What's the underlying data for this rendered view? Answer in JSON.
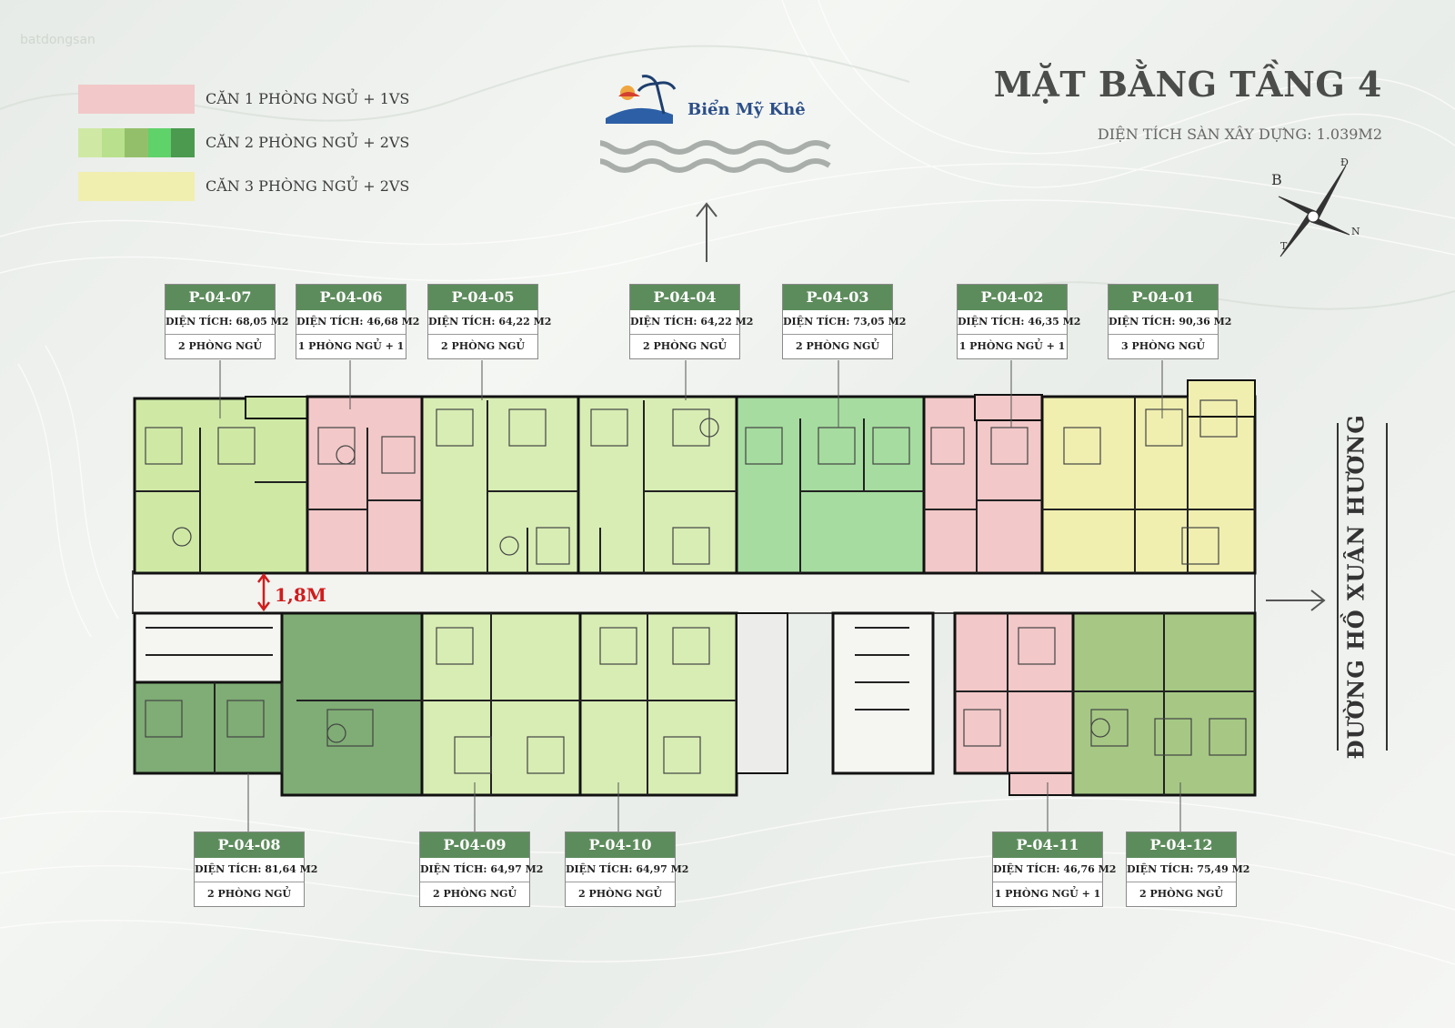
{
  "watermark": "batdongsan",
  "title": "MẶT BẰNG TẦNG 4",
  "subtitle": "DIỆN TÍCH SÀN XÂY DỰNG: 1.039M2",
  "brand": {
    "name": "Biển Mỹ Khê"
  },
  "legend": [
    {
      "label": "CĂN 1 PHÒNG NGỦ + 1VS",
      "colors": [
        "#f2c8c8"
      ]
    },
    {
      "label": "CĂN 2 PHÒNG NGỦ + 2VS",
      "colors": [
        "#cfe9a5",
        "#b9e08c",
        "#94bf6a",
        "#60d26a",
        "#4c9a50"
      ]
    },
    {
      "label": "CĂN 3 PHÒNG NGỦ + 2VS",
      "colors": [
        "#f0efb0"
      ]
    }
  ],
  "compass": {
    "north": "N",
    "south": "T",
    "east": "Đ",
    "west": "B"
  },
  "road": "ĐƯỜNG HỒ XUÂN HƯƠNG",
  "corridor_width": "1,8M",
  "units": [
    {
      "code": "P-04-07",
      "area": "DIỆN TÍCH: 68,05 M2",
      "rooms": "2 PHÒNG NGỦ",
      "color": "#cfe9a5"
    },
    {
      "code": "P-04-06",
      "area": "DIỆN TÍCH: 46,68 M2",
      "rooms": "1 PHÒNG NGỦ + 1",
      "color": "#f2c8c8"
    },
    {
      "code": "P-04-05",
      "area": "DIỆN TÍCH: 64,22 M2",
      "rooms": "2 PHÒNG NGỦ",
      "color": "#d8edb4"
    },
    {
      "code": "P-04-04",
      "area": "DIỆN TÍCH: 64,22 M2",
      "rooms": "2 PHÒNG NGỦ",
      "color": "#d8edb4"
    },
    {
      "code": "P-04-03",
      "area": "DIỆN TÍCH: 73,05 M2",
      "rooms": "2 PHÒNG NGỦ",
      "color": "#a6dca0"
    },
    {
      "code": "P-04-02",
      "area": "DIỆN TÍCH: 46,35 M2",
      "rooms": "1 PHÒNG NGỦ + 1",
      "color": "#f2c8c8"
    },
    {
      "code": "P-04-01",
      "area": "DIỆN TÍCH: 90,36 M2",
      "rooms": "3 PHÒNG NGỦ",
      "color": "#f0efb0"
    },
    {
      "code": "P-04-08",
      "area": "DIỆN TÍCH: 81,64 M2",
      "rooms": "2 PHÒNG NGỦ",
      "color": "#7fad75"
    },
    {
      "code": "P-04-09",
      "area": "DIỆN TÍCH: 64,97 M2",
      "rooms": "2 PHÒNG NGỦ",
      "color": "#d8edb4"
    },
    {
      "code": "P-04-10",
      "area": "DIỆN TÍCH: 64,97 M2",
      "rooms": "2 PHÒNG NGỦ",
      "color": "#d8edb4"
    },
    {
      "code": "P-04-11",
      "area": "DIỆN TÍCH: 46,76 M2",
      "rooms": "1 PHÒNG NGỦ + 1",
      "color": "#f2c8c8"
    },
    {
      "code": "P-04-12",
      "area": "DIỆN TÍCH: 75,49 M2",
      "rooms": "2 PHÒNG NGỦ",
      "color": "#a6c884"
    }
  ]
}
